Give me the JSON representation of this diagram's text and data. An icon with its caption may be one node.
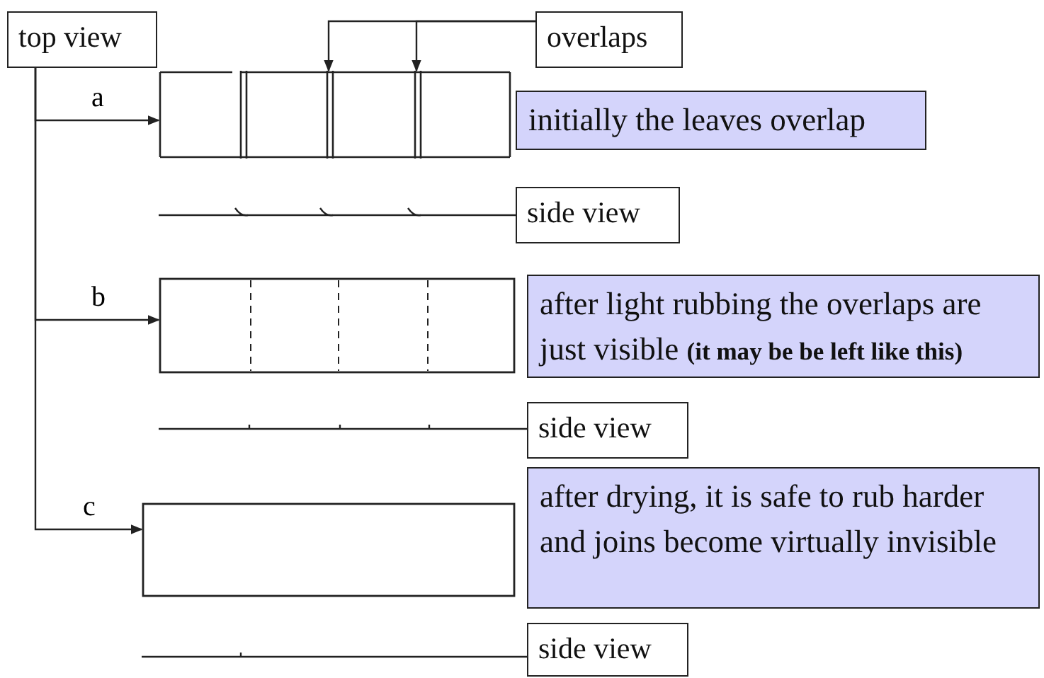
{
  "diagram": {
    "nodes": [
      {
        "text": [
          "top view"
        ]
      },
      {
        "text": [
          "overlaps"
        ]
      },
      {
        "text": [],
        "shape": "picture"
      },
      {
        "text": [
          "initially the leaves overlap"
        ]
      },
      {
        "text": [
          "side view"
        ]
      },
      {
        "text": [],
        "shape": "picture"
      },
      {
        "text": [
          "after light rubbing the overlaps are just visible **(it may be be left like this)**"
        ]
      },
      {
        "text": [
          "side view"
        ]
      },
      {
        "text": [],
        "shape": "box"
      },
      {
        "text": [
          "after drying, it is safe to rub harder and joins become virtually invisible"
        ]
      },
      {
        "text": [
          "side view"
        ]
      }
    ],
    "edges": [
      {
        "from": 0,
        "to": 2,
        "arrow": "to",
        "label": "a"
      },
      {
        "from": 0,
        "to": 5,
        "arrow": "to",
        "label": "b"
      },
      {
        "from": 0,
        "to": 8,
        "arrow": "to",
        "label": "c"
      },
      {
        "from": 1,
        "to": 2,
        "arrow": "to"
      },
      {
        "from": 1,
        "to": 2,
        "arrow": "to"
      }
    ]
  }
}
